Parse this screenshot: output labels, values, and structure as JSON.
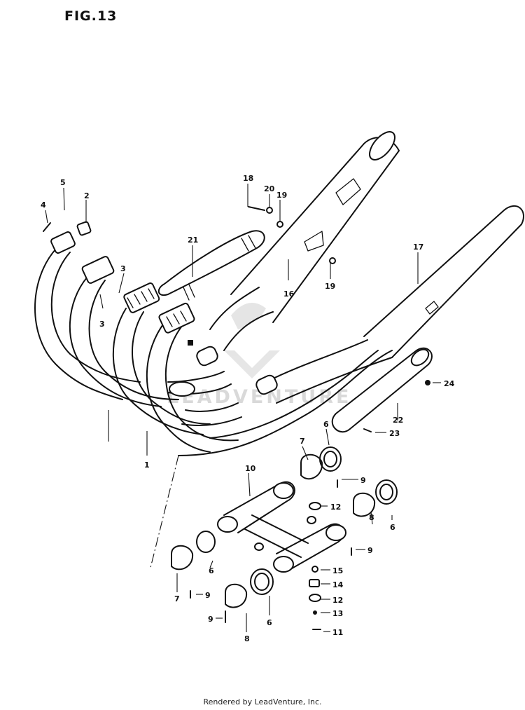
{
  "figure": {
    "title": "FIG.13"
  },
  "watermark": {
    "text": "LEADVENTURE"
  },
  "footer": {
    "text": "Rendered by LeadVenture, Inc."
  },
  "callouts": [
    "1",
    "2",
    "3",
    "4",
    "5",
    "6",
    "7",
    "8",
    "9",
    "10",
    "11",
    "12",
    "13",
    "14",
    "15",
    "16",
    "17",
    "18",
    "19",
    "20",
    "21",
    "22",
    "23",
    "24"
  ],
  "icons": {
    "watermark_logo": "leadventure-logo-icon"
  }
}
